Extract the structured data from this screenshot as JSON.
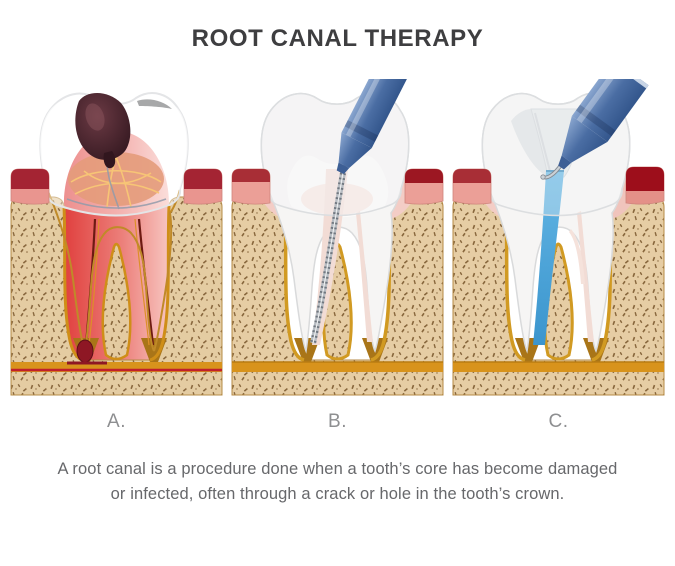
{
  "title": "ROOT CANAL THERAPY",
  "stages": [
    {
      "label": "A.",
      "icon": "decayed-infected-tooth-illustration"
    },
    {
      "label": "B.",
      "icon": "root-canal-cleaning-file-illustration"
    },
    {
      "label": "C.",
      "icon": "root-canal-filling-illustration"
    }
  ],
  "caption": {
    "line1": "A root canal is a procedure done when a tooth’s core has become damaged",
    "line2": "or infected, often through a crack or hole in the tooth’s crown."
  },
  "colors": {
    "background": "#ffffff",
    "title_text": "#3e3e40",
    "label_text": "#8e8f91",
    "caption_text": "#67686b",
    "pulp_red": "#e14a48",
    "decay_brown": "#31161e",
    "bone_tan": "#e4cba1",
    "ligament_gold": "#cf8e18",
    "band_orange": "#d8931c",
    "gum_pink": "#eb9f97",
    "gum_red": "#a42433",
    "instrument_blue": "#4a6da3",
    "filling_blue": "#46a2d8"
  }
}
